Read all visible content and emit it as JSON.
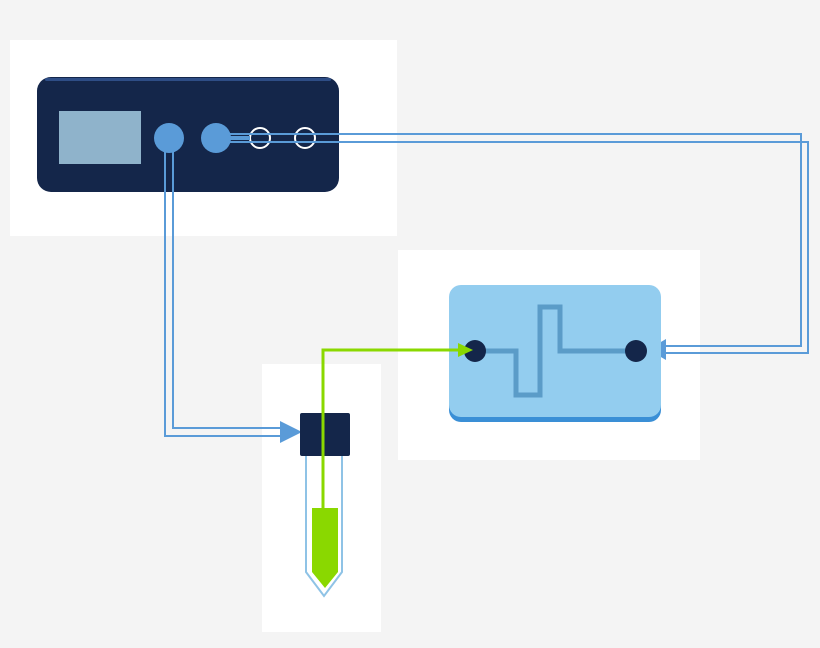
{
  "diagram": {
    "components": [
      {
        "id": "controller",
        "kind": "pressure-controller-device"
      },
      {
        "id": "tube",
        "kind": "sample-tube-with-green-liquid"
      },
      {
        "id": "chip",
        "kind": "microfluidic-chip-with-serpentine-channel"
      }
    ],
    "connections": [
      {
        "from": "controller-outlet-1",
        "to": "tube-cap",
        "style": "double-blue-line",
        "arrow": true
      },
      {
        "from": "controller-outlet-2",
        "to": "chip-right-port",
        "style": "double-blue-line",
        "arrow": true
      },
      {
        "from": "tube-liquid",
        "to": "chip-left-port",
        "style": "green-line",
        "arrow": true
      }
    ]
  },
  "colors": {
    "background": "#f4f4f4",
    "panel": "#ffffff",
    "device_body": "#14264a",
    "device_screen": "#8fb3cb",
    "port_fill": "#5a9bd8",
    "pipe_blue": "#5a9bd8",
    "chip_fill": "#93cdef",
    "chip_edge": "#3a8fd6",
    "chip_channel": "#5b9cc8",
    "liquid_green": "#8ad800",
    "cap_dark": "#14264a"
  }
}
